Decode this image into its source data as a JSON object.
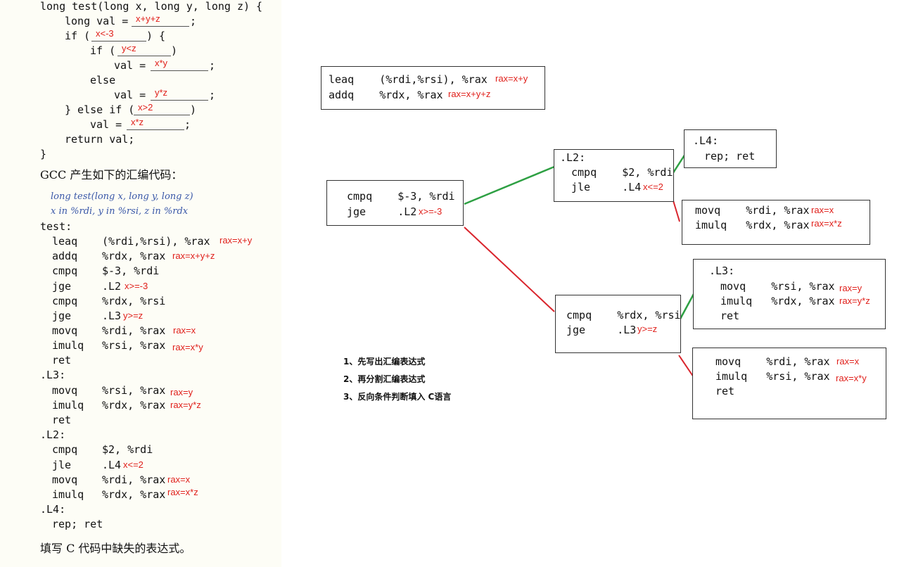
{
  "c_code": {
    "l1": "long test(long x, long y, long z) {",
    "l2a": "long val = ",
    "l2b": ";",
    "b1": "x+y+z",
    "l3a": "if (",
    "l3b": ") {",
    "b2": "x<-3",
    "l4a": "if (",
    "l4b": ")",
    "b3": "y<z",
    "l5a": "val = ",
    "l5b": ";",
    "b4": "x*y",
    "l6": "else",
    "l7a": "val = ",
    "l7b": ";",
    "b5": "y*z",
    "l8a": "} else if (",
    "l8b": ")",
    "b6": "x>2",
    "l9a": "val = ",
    "l9b": ";",
    "b7": "x*z",
    "l10": "return val;",
    "l11": "}"
  },
  "gcc_title": "GCC 产生如下的汇编代码：",
  "sig1": "long test(long x, long y, long z)",
  "sig2": "x in %rdi, y in %rsi, z in %rdx",
  "asm": {
    "label_test": "test:",
    "a1": "leaq",
    "a1o": "(%rdi,%rsi), %rax",
    "a1n": "rax=x+y",
    "a2": "addq",
    "a2o": "%rdx, %rax",
    "a2n": "rax=x+y+z",
    "a3": "cmpq",
    "a3o": "$-3, %rdi",
    "a4": "jge",
    "a4o": ".L2",
    "a4n": "x>=-3",
    "a5": "cmpq",
    "a5o": "%rdx, %rsi",
    "a6": "jge",
    "a6o": ".L3",
    "a6n": "y>=z",
    "a7": "movq",
    "a7o": "%rdi, %rax",
    "a7n": "rax=x",
    "a8": "imulq",
    "a8o": "%rsi, %rax",
    "a8n": "rax=x*y",
    "a9": "ret",
    "label_l3": ".L3:",
    "b1": "movq",
    "b1o": "%rsi, %rax",
    "b1n": "rax=y",
    "b2": "imulq",
    "b2o": "%rdx, %rax",
    "b2n": "rax=y*z",
    "b3": "ret",
    "label_l2": ".L2:",
    "c1": "cmpq",
    "c1o": "$2, %rdi",
    "c2": "jle",
    "c2o": ".L4",
    "c2n": "x<=2",
    "c3": "movq",
    "c3o": "%rdi, %rax",
    "c3n": "rax=x",
    "c4": "imulq",
    "c4o": "%rdx, %rax",
    "c4n": "rax=x*z",
    "label_l4": ".L4:",
    "d1": "rep; ret"
  },
  "task": "填写 C 代码中缺失的表达式。",
  "diagram": {
    "top": {
      "r1": "leaq    (%rdi,%rsi), %rax",
      "n1": "rax=x+y",
      "r2": "addq    %rdx, %rax",
      "n2": "rax=x+y+z"
    },
    "cmp": {
      "r1": "cmpq    $-3, %rdi",
      "r2": "jge     .L2",
      "n2": "x>=-3"
    },
    "l2": {
      "t": ".L2:",
      "r1": "cmpq    $2, %rdi",
      "r2": "jle     .L4",
      "n2": "x<=2"
    },
    "l4": {
      "t": ".L4:",
      "r1": "rep; ret"
    },
    "xz": {
      "r1": "movq    %rdi, %rax",
      "n1": "rax=x",
      "r2": "imulq   %rdx, %rax",
      "n2": "rax=x*z"
    },
    "l3": {
      "t": ".L3:",
      "r1": "movq    %rsi, %rax",
      "n1": "rax=y",
      "r2": "imulq   %rdx, %rax",
      "n2": "rax=y*z",
      "r3": "ret"
    },
    "cmp2": {
      "r1": "cmpq    %rdx, %rsi",
      "r2": "jge     .L3",
      "n2": "y>=z"
    },
    "xy": {
      "r1": "movq    %rdi, %rax",
      "n1": "rax=x",
      "r2": "imulq   %rsi, %rax",
      "n2": "rax=x*y",
      "r3": "ret"
    }
  },
  "notes": [
    "1、先写出汇编表达式",
    "2、再分割汇编表达式",
    "3、反向条件判断填入 C语言"
  ],
  "colors": {
    "annotation": "#e0201b",
    "true_edge": "#2ea043",
    "false_edge": "#d9242c"
  }
}
